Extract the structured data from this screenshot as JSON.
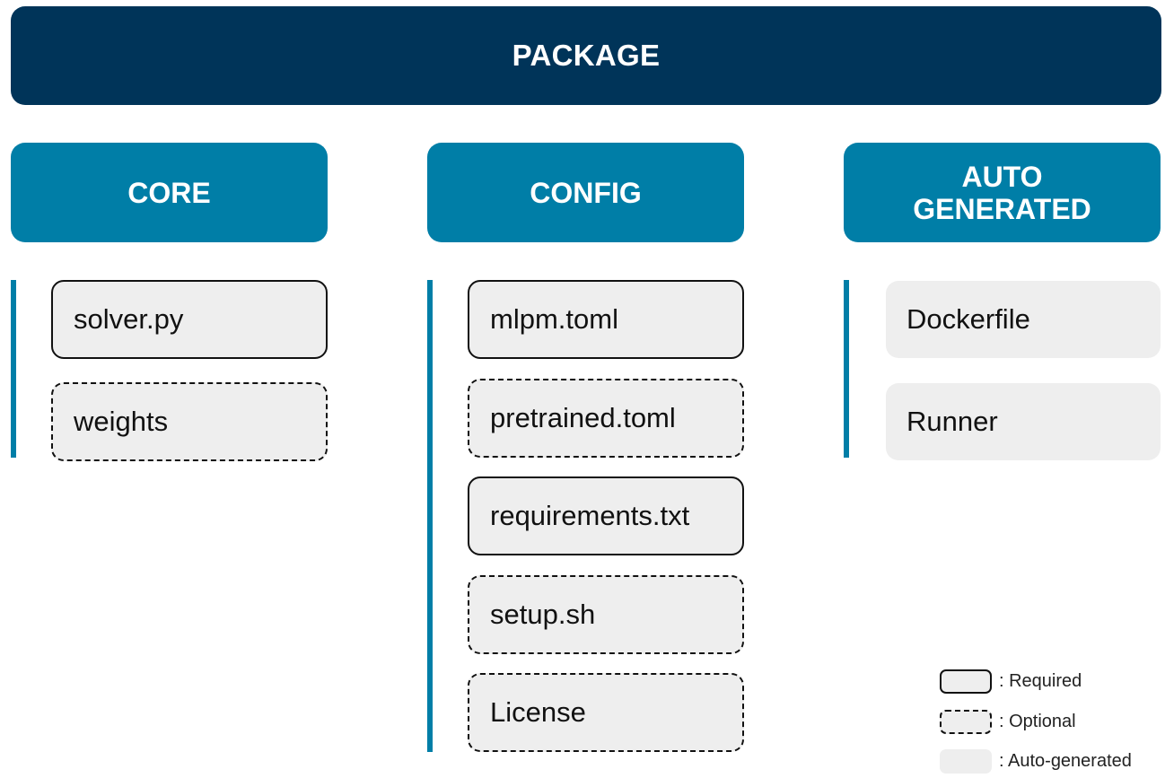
{
  "banner": {
    "label": "PACKAGE"
  },
  "columns": [
    {
      "id": "core",
      "label": "CORE",
      "items": [
        {
          "label": "solver.py",
          "kind": "required"
        },
        {
          "label": "weights",
          "kind": "optional"
        }
      ]
    },
    {
      "id": "config",
      "label": "CONFIG",
      "items": [
        {
          "label": "mlpm.toml",
          "kind": "required"
        },
        {
          "label": "pretrained.toml",
          "kind": "optional"
        },
        {
          "label": "requirements.txt",
          "kind": "required"
        },
        {
          "label": "setup.sh",
          "kind": "optional"
        },
        {
          "label": "License",
          "kind": "optional"
        }
      ]
    },
    {
      "id": "auto",
      "label": "AUTO\nGENERATED",
      "items": [
        {
          "label": "Dockerfile",
          "kind": "auto"
        },
        {
          "label": "Runner",
          "kind": "auto"
        }
      ]
    }
  ],
  "legend": [
    {
      "label": ": Required",
      "kind": "required"
    },
    {
      "label": ": Optional",
      "kind": "optional"
    },
    {
      "label": ": Auto-generated",
      "kind": "auto"
    }
  ],
  "colors": {
    "banner": "#003459",
    "column_header": "#007ea7",
    "item_fill": "#eeeeee"
  }
}
